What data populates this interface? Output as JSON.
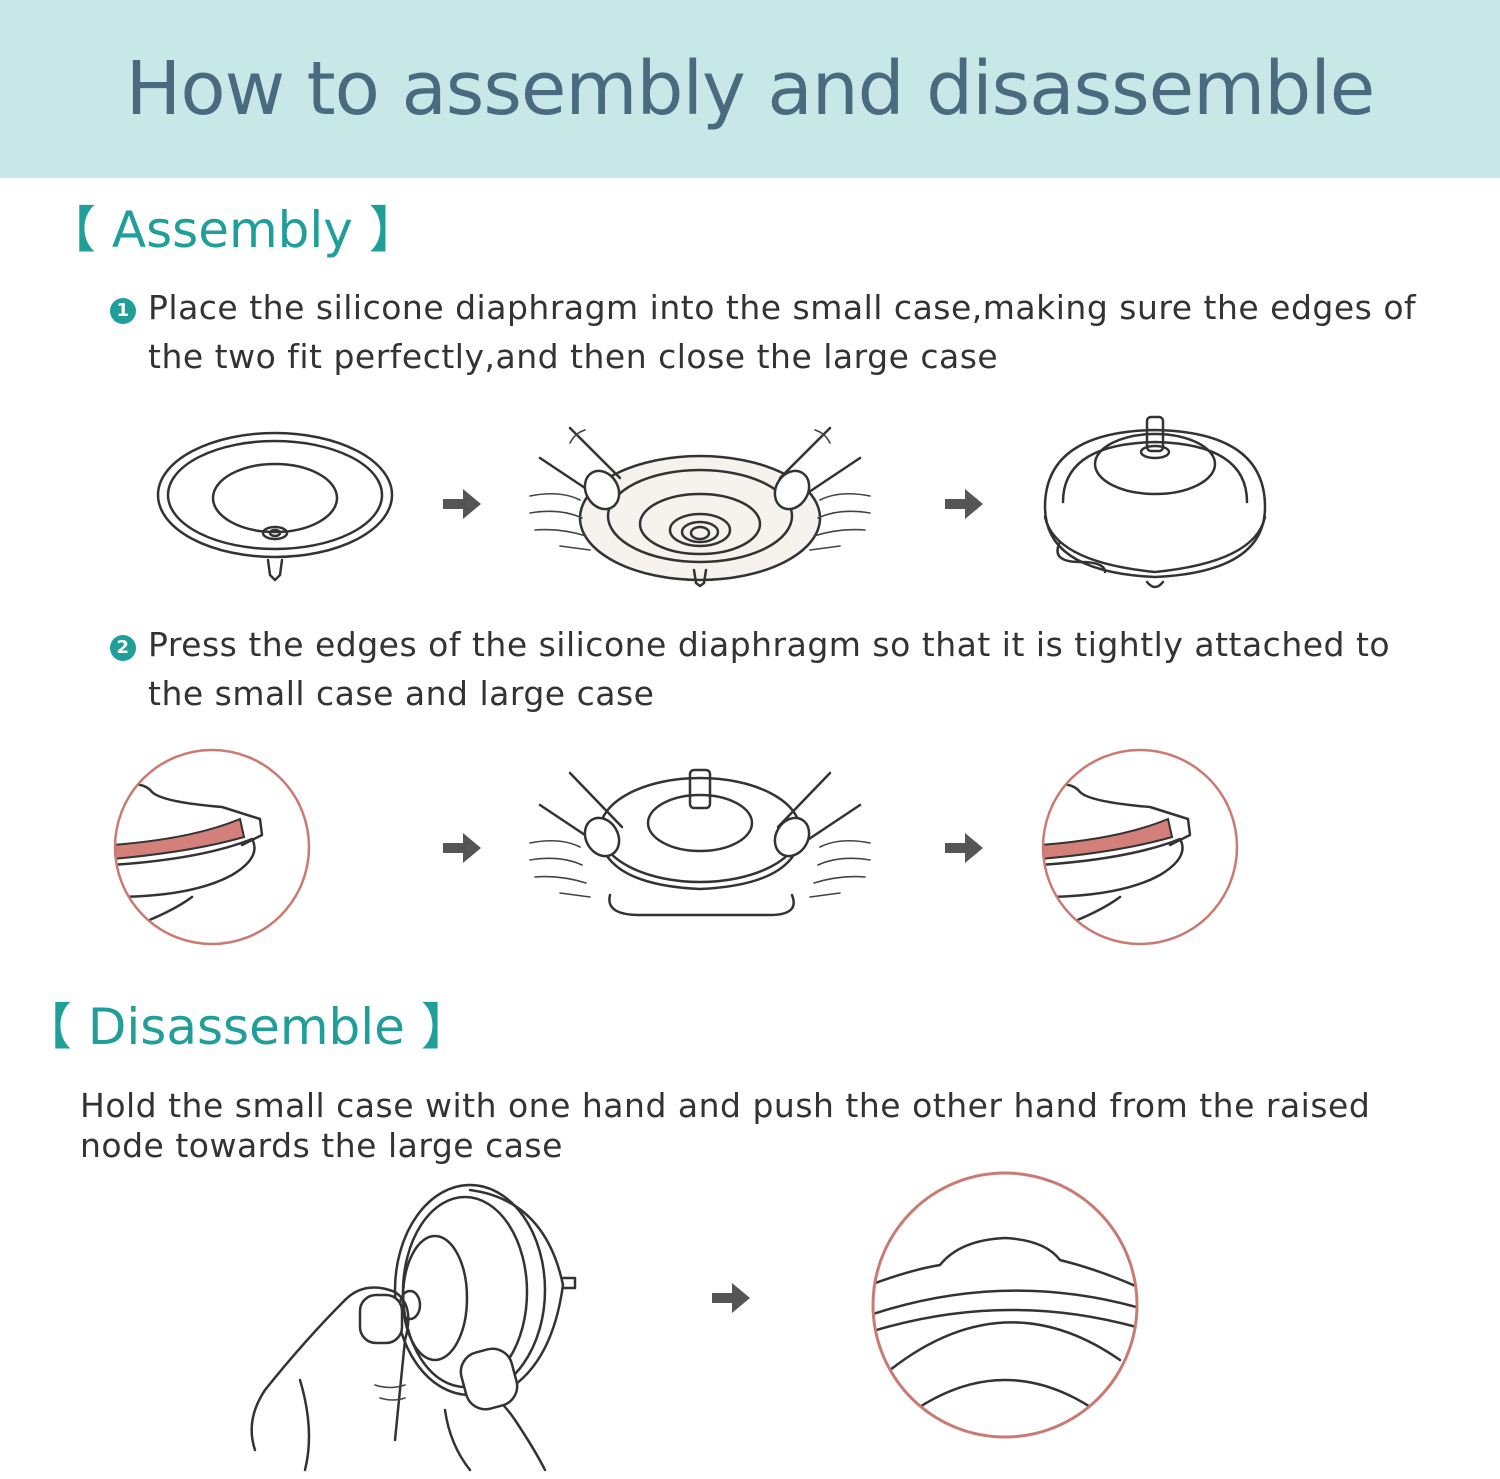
{
  "header": {
    "title": "How to assembly and disassemble"
  },
  "sections": {
    "assembly": {
      "title": "【 Assembly 】",
      "step1": {
        "number": "1",
        "line1": "Place the silicone diaphragm into the small case,making sure the edges of",
        "line2": "the two fit perfectly,and then close the large case"
      },
      "step2": {
        "number": "2",
        "line1": "Press the edges of the silicone diaphragm so that it is tightly attached to",
        "line2": "the small case and large case"
      }
    },
    "disassemble": {
      "title": "【 Disassemble 】",
      "line1": "Hold the small case with one hand and push the other hand from the raised",
      "line2": "node towards the large case"
    }
  },
  "colors": {
    "header_bg": "#c8e8e8",
    "header_text": "#4a6a80",
    "section_title": "#1f9e9a",
    "body_text": "#333333",
    "highlight_ring": "#c97a72",
    "arrow": "#555555"
  },
  "icons": [
    "arrow-right-icon",
    "diaphragm-illustration",
    "hand-illustration",
    "zoom-circle-illustration"
  ]
}
